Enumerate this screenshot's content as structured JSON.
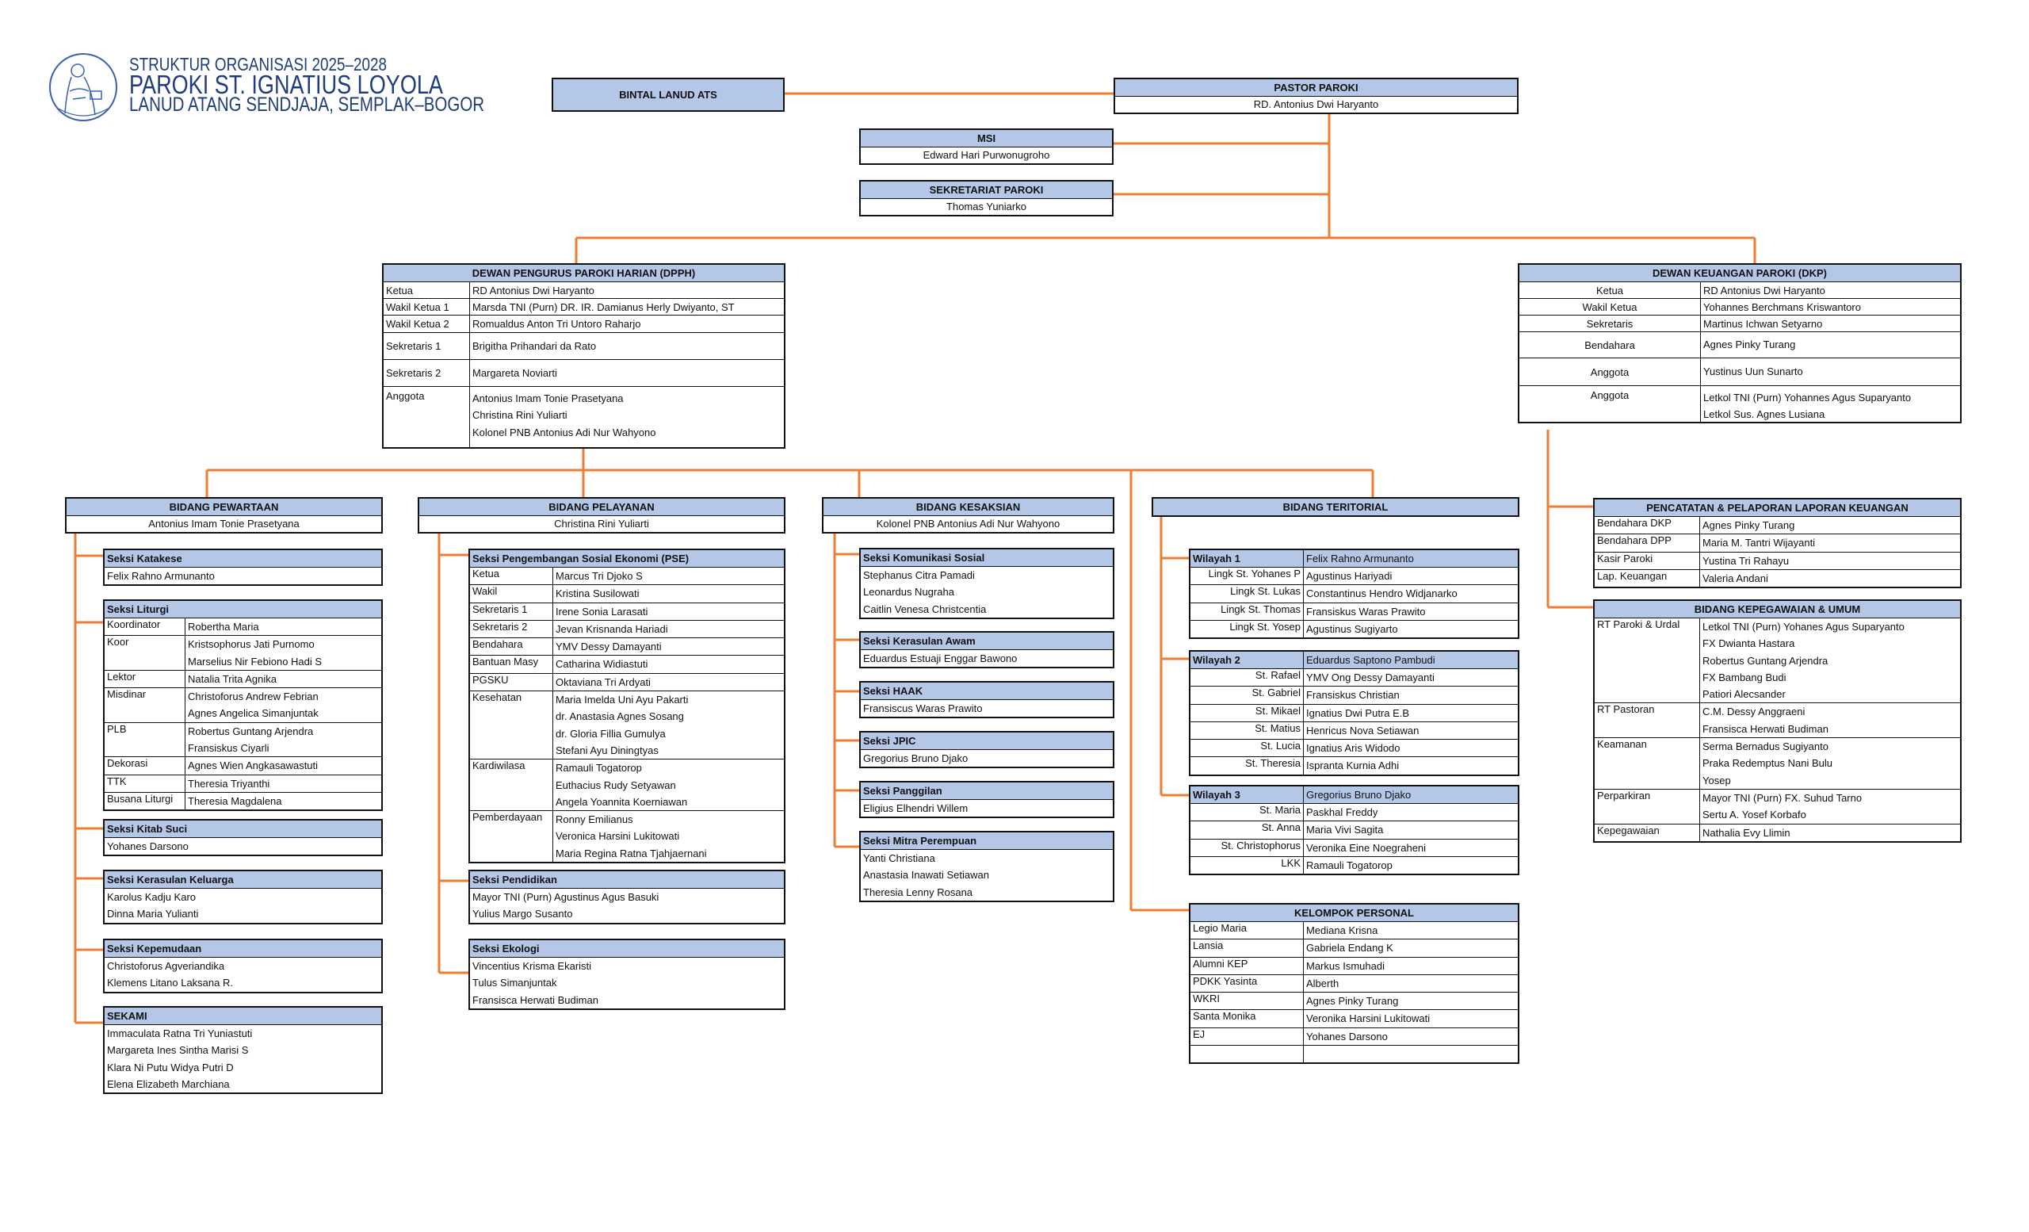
{
  "colors": {
    "header_fill": "#b4c7e7",
    "connector": "#ed7d31",
    "title": "#1f3d7a"
  },
  "header": {
    "line1": "STRUKTUR ORGANISASI 2025–2028",
    "line2": "PAROKI ST. IGNATIUS LOYOLA",
    "line3": "LANUD ATANG SENDJAJA, SEMPLAK–BOGOR",
    "logo_icon": "st-ignatius-seal-logo"
  },
  "boxes": {
    "bintal": {
      "title": "BINTAL LANUD ATS"
    },
    "pastor": {
      "title": "PASTOR PAROKI",
      "name": "RD. Antonius Dwi Haryanto"
    },
    "msi": {
      "title": "MSI",
      "name": "Edward Hari Purwonugroho"
    },
    "sekretariat": {
      "title": "SEKRETARIAT PAROKI",
      "name": "Thomas Yuniarko"
    },
    "dpph": {
      "title": "DEWAN PENGURUS PAROKI HARIAN (DPPH)",
      "rows": [
        {
          "role": "Ketua",
          "names": [
            "RD Antonius Dwi Haryanto"
          ]
        },
        {
          "role": "Wakil Ketua 1",
          "names": [
            "Marsda TNI (Purn) DR. IR. Damianus Herly Dwiyanto, ST"
          ]
        },
        {
          "role": "Wakil Ketua 2",
          "names": [
            "Romualdus Anton Tri Untoro Raharjo"
          ]
        },
        {
          "role": "Sekretaris 1",
          "names": [
            "Brigitha Prihandari da Rato"
          ]
        },
        {
          "role": "Sekretaris 2",
          "names": [
            "Margareta Noviarti"
          ]
        },
        {
          "role": "Anggota",
          "names": [
            "Antonius Imam Tonie Prasetyana",
            "Christina Rini Yuliarti",
            "Kolonel PNB Antonius Adi Nur Wahyono"
          ]
        }
      ]
    },
    "dkp": {
      "title": "DEWAN KEUANGAN PAROKI (DKP)",
      "rows": [
        {
          "role": "Ketua",
          "names": [
            "RD Antonius Dwi Haryanto"
          ]
        },
        {
          "role": "Wakil Ketua",
          "names": [
            "Yohannes Berchmans Kriswantoro"
          ]
        },
        {
          "role": "Sekretaris",
          "names": [
            "Martinus Ichwan Setyarno"
          ]
        },
        {
          "role": "Bendahara",
          "names": [
            "Agnes Pinky Turang"
          ]
        },
        {
          "role": "Anggota",
          "names": [
            "Yustinus Uun Sunarto"
          ]
        },
        {
          "role": "Anggota",
          "names": [
            "Letkol TNI (Purn) Yohannes Agus Suparyanto",
            "Letkol Sus. Agnes Lusiana"
          ]
        }
      ]
    },
    "pewartaan": {
      "title": "BIDANG PEWARTAAN",
      "name": "Antonius Imam Tonie Prasetyana"
    },
    "pelayanan": {
      "title": "BIDANG PELAYANAN",
      "name": "Christina Rini Yuliarti"
    },
    "kesaksian": {
      "title": "BIDANG KESAKSIAN",
      "name": "Kolonel PNB Antonius Adi Nur Wahyono"
    },
    "teritorial": {
      "title": "BIDANG TERITORIAL"
    },
    "katakese": {
      "title": "Seksi Katakese",
      "names": [
        "Felix Rahno Armunanto"
      ]
    },
    "liturgi": {
      "title": "Seksi Liturgi",
      "rows": [
        {
          "role": "Koordinator",
          "names": [
            "Robertha Maria"
          ]
        },
        {
          "role": "Koor",
          "names": [
            "Kristsophorus Jati Purnomo",
            "Marselius Nir Febiono Hadi S"
          ]
        },
        {
          "role": "Lektor",
          "names": [
            "Natalia Trita Agnika"
          ]
        },
        {
          "role": "Misdinar",
          "names": [
            "Christoforus Andrew Febrian",
            "Agnes Angelica Simanjuntak"
          ]
        },
        {
          "role": "PLB",
          "names": [
            "Robertus Guntang Arjendra",
            "Fransiskus Ciyarli"
          ]
        },
        {
          "role": "Dekorasi",
          "names": [
            "Agnes Wien Angkasawastuti"
          ]
        },
        {
          "role": "TTK",
          "names": [
            "Theresia Triyanthi"
          ]
        },
        {
          "role": "Busana Liturgi",
          "names": [
            "Theresia Magdalena"
          ]
        }
      ]
    },
    "kitab_suci": {
      "title": "Seksi Kitab Suci",
      "names": [
        "Yohanes Darsono"
      ]
    },
    "kerasulan_keluarga": {
      "title": "Seksi Kerasulan Keluarga",
      "names": [
        "Karolus Kadju Karo",
        "Dinna Maria Yulianti"
      ]
    },
    "kepemudaan": {
      "title": "Seksi Kepemudaan",
      "names": [
        "Christoforus Agveriandika",
        "Klemens Litano Laksana R."
      ]
    },
    "sekami": {
      "title": "SEKAMI",
      "names": [
        "Immaculata Ratna Tri Yuniastuti",
        "Margareta Ines Sintha Marisi S",
        "Klara Ni Putu Widya Putri D",
        "Elena Elizabeth Marchiana"
      ]
    },
    "pse": {
      "title": "Seksi Pengembangan Sosial Ekonomi (PSE)",
      "rows": [
        {
          "role": "Ketua",
          "names": [
            "Marcus Tri Djoko S"
          ]
        },
        {
          "role": "Wakil",
          "names": [
            "Kristina Susilowati"
          ]
        },
        {
          "role": "Sekretaris 1",
          "names": [
            "Irene Sonia Larasati"
          ]
        },
        {
          "role": "Sekretaris 2",
          "names": [
            "Jevan Krisnanda Hariadi"
          ]
        },
        {
          "role": "Bendahara",
          "names": [
            "YMV Dessy Damayanti"
          ]
        },
        {
          "role": "Bantuan Masy",
          "names": [
            "Catharina Widiastuti"
          ]
        },
        {
          "role": "PGSKU",
          "names": [
            "Oktaviana Tri Ardyati"
          ]
        },
        {
          "role": "Kesehatan",
          "names": [
            "Maria Imelda Uni Ayu Pakarti",
            "dr. Anastasia Agnes Sosang",
            "dr. Gloria Fillia Gumulya",
            "Stefani Ayu Diningtyas"
          ]
        },
        {
          "role": "Kardiwilasa",
          "names": [
            "Ramauli Togatorop",
            "Euthacius Rudy Setyawan",
            "Angela Yoannita Koerniawan"
          ]
        },
        {
          "role": "Pemberdayaan",
          "names": [
            "Ronny Emilianus",
            "Veronica Harsini Lukitowati",
            "Maria Regina Ratna Tjahjaernani"
          ]
        }
      ]
    },
    "pendidikan": {
      "title": "Seksi Pendidikan",
      "names": [
        "Mayor TNI (Purn) Agustinus Agus Basuki",
        "Yulius Margo Susanto"
      ]
    },
    "ekologi": {
      "title": "Seksi Ekologi",
      "names": [
        "Vincentius Krisma Ekaristi",
        "Tulus Simanjuntak",
        "Fransisca Herwati Budiman"
      ]
    },
    "komsos": {
      "title": "Seksi Komunikasi Sosial",
      "names": [
        "Stephanus Citra Pamadi",
        "Leonardus Nugraha",
        "Caitlin Venesa Christcentia"
      ]
    },
    "kerasulan_awam": {
      "title": "Seksi Kerasulan Awam",
      "names": [
        "Eduardus Estuaji Enggar Bawono"
      ]
    },
    "haak": {
      "title": "Seksi HAAK",
      "names": [
        "Fransiscus Waras Prawito"
      ]
    },
    "jpic": {
      "title": "Seksi JPIC",
      "names": [
        "Gregorius Bruno Djako"
      ]
    },
    "panggilan": {
      "title": "Seksi Panggilan",
      "names": [
        "Eligius Elhendri Willem"
      ]
    },
    "mitra_perempuan": {
      "title": "Seksi Mitra Perempuan",
      "names": [
        "Yanti Christiana",
        "Anastasia Inawati Setiawan",
        "Theresia Lenny Rosana"
      ]
    },
    "wilayah1": {
      "title": "Wilayah 1",
      "head": "Felix Rahno Armunanto",
      "rows": [
        {
          "role": "Lingk St. Yohanes P",
          "names": [
            "Agustinus Hariyadi"
          ]
        },
        {
          "role": "Lingk St. Lukas",
          "names": [
            "Constantinus Hendro Widjanarko"
          ]
        },
        {
          "role": "Lingk St. Thomas",
          "names": [
            "Fransiskus Waras Prawito"
          ]
        },
        {
          "role": "Lingk St. Yosep",
          "names": [
            "Agustinus Sugiyarto"
          ]
        }
      ]
    },
    "wilayah2": {
      "title": "Wilayah 2",
      "head": "Eduardus Saptono Pambudi",
      "rows": [
        {
          "role": "St. Rafael",
          "names": [
            "YMV Ong Dessy Damayanti"
          ]
        },
        {
          "role": "St. Gabriel",
          "names": [
            "Fransiskus Christian"
          ]
        },
        {
          "role": "St. Mikael",
          "names": [
            "Ignatius Dwi Putra E.B"
          ]
        },
        {
          "role": "St. Matius",
          "names": [
            "Henricus Nova Setiawan"
          ]
        },
        {
          "role": "St. Lucia",
          "names": [
            "Ignatius Aris Widodo"
          ]
        },
        {
          "role": "St. Theresia",
          "names": [
            "Ispranta Kurnia Adhi"
          ]
        }
      ]
    },
    "wilayah3": {
      "title": "Wilayah 3",
      "head": "Gregorius Bruno Djako",
      "rows": [
        {
          "role": "St. Maria",
          "names": [
            "Paskhal Freddy"
          ]
        },
        {
          "role": "St. Anna",
          "names": [
            "Maria Vivi Sagita"
          ]
        },
        {
          "role": "St. Christophorus",
          "names": [
            "Veronika Eine Noegraheni"
          ]
        },
        {
          "role": "LKK",
          "names": [
            "Ramauli Togatorop"
          ]
        }
      ]
    },
    "kelompok_personal": {
      "title": "KELOMPOK PERSONAL",
      "rows": [
        {
          "role": "Legio Maria",
          "names": [
            "Mediana  Krisna"
          ]
        },
        {
          "role": "Lansia",
          "names": [
            "Gabriela Endang K"
          ]
        },
        {
          "role": "Alumni KEP",
          "names": [
            "Markus Ismuhadi"
          ]
        },
        {
          "role": "PDKK  Yasinta",
          "names": [
            "Alberth"
          ]
        },
        {
          "role": "WKRI",
          "names": [
            "Agnes Pinky Turang"
          ]
        },
        {
          "role": "Santa Monika",
          "names": [
            "Veronika Harsini Lukitowati"
          ]
        },
        {
          "role": "EJ",
          "names": [
            "Yohanes Darsono"
          ]
        }
      ]
    },
    "pencatatan": {
      "title": "PENCATATAN & PELAPORAN LAPORAN KEUANGAN",
      "rows": [
        {
          "role": "Bendahara DKP",
          "names": [
            "Agnes Pinky Turang"
          ]
        },
        {
          "role": "Bendahara DPP",
          "names": [
            "Maria M. Tantri Wijayanti"
          ]
        },
        {
          "role": "Kasir Paroki",
          "names": [
            "Yustina Tri Rahayu"
          ]
        },
        {
          "role": "Lap. Keuangan",
          "names": [
            "Valeria Andani"
          ]
        }
      ]
    },
    "kepegawaian": {
      "title": "BIDANG KEPEGAWAIAN & UMUM",
      "rows": [
        {
          "role": "RT Paroki & Urdal",
          "names": [
            "Letkol TNI (Purn) Yohanes Agus Suparyanto",
            "FX Dwianta Hastara",
            "Robertus Guntang Arjendra",
            "FX Bambang Budi",
            "Patiori Alecsander"
          ]
        },
        {
          "role": "RT Pastoran",
          "names": [
            "C.M. Dessy Anggraeni",
            "Fransisca Herwati Budiman"
          ]
        },
        {
          "role": "Keamanan",
          "names": [
            "Serma Bernadus Sugiyanto",
            "Praka Redemptus Nani Bulu",
            "Yosep"
          ]
        },
        {
          "role": "Perparkiran",
          "names": [
            "Mayor TNI (Purn) FX. Suhud Tarno",
            "Sertu A. Yosef Korbafo"
          ]
        },
        {
          "role": "Kepegawaian",
          "names": [
            "Nathalia Evy Llimin"
          ]
        }
      ]
    }
  }
}
